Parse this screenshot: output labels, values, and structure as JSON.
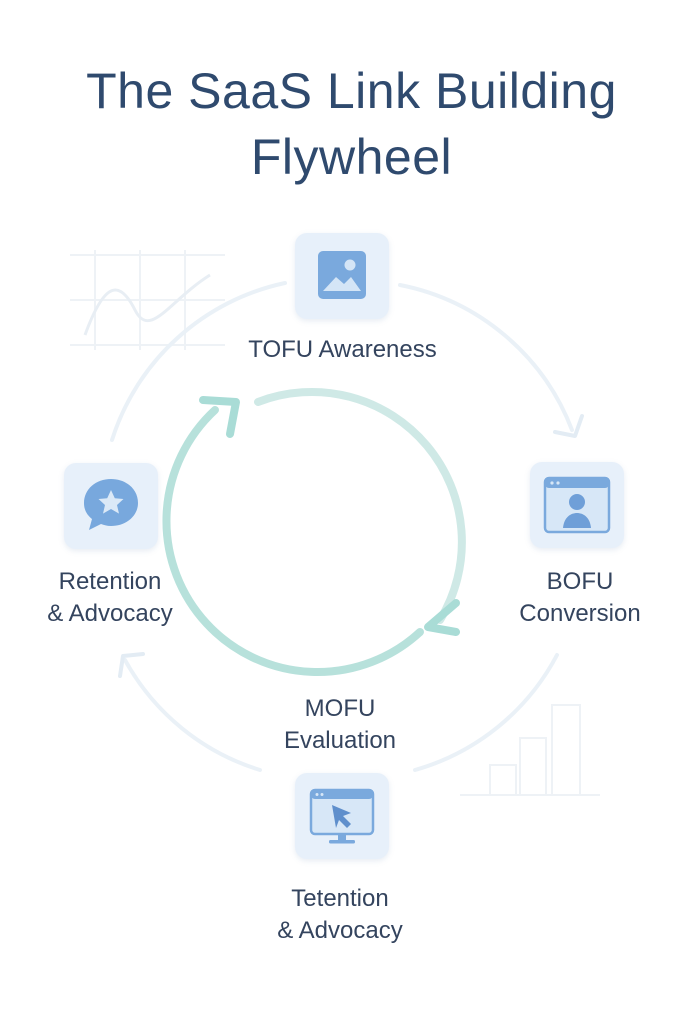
{
  "title": {
    "line1": "The SaaS Link Building",
    "line2": "Flywheel"
  },
  "nodes": {
    "tofu": {
      "label": "TOFU Awareness",
      "icon": "image-icon"
    },
    "bofu": {
      "line1": "BOFU",
      "line2": "Conversion",
      "icon": "user-profile-icon"
    },
    "mofu": {
      "line1": "MOFU",
      "line2": "Evaluation",
      "icon": "monitor-cursor-icon"
    },
    "retention": {
      "line1": "Retention",
      "line2": "& Advocacy",
      "icon": "star-chat-icon"
    },
    "tetention": {
      "line1": "Tetention",
      "line2": "& Advocacy"
    }
  },
  "colors": {
    "title": "#2f4a6e",
    "label": "#34445e",
    "tile": "#e7f0fa",
    "icon": "#6f9fd8",
    "inner_ring": "#a9dcd6",
    "outer_ring": "#e8f0f6"
  }
}
